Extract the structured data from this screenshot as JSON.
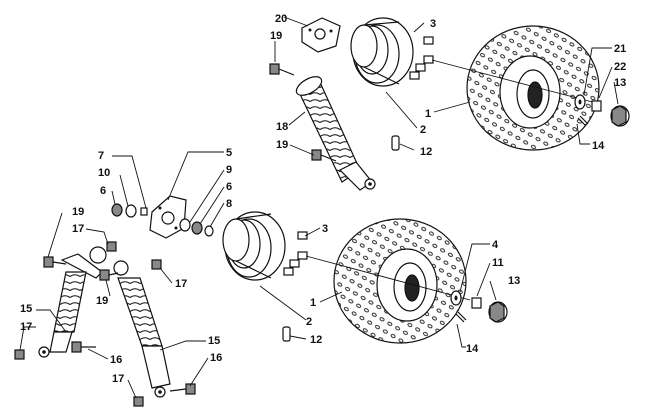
{
  "labels": {
    "upper": {
      "l20": "20",
      "l3": "3",
      "l19a": "19",
      "l21": "21",
      "l22": "22",
      "l13": "13",
      "l1": "1",
      "l18": "18",
      "l2": "2",
      "l19b": "19",
      "l12": "12",
      "l14": "14"
    },
    "lower": {
      "l7": "7",
      "l5": "5",
      "l10": "10",
      "l9": "9",
      "l6a": "6",
      "l6b": "6",
      "l8": "8",
      "l19a": "19",
      "l17a": "17",
      "l3": "3",
      "l4": "4",
      "l11": "11",
      "l13": "13",
      "l17b": "17",
      "l19b": "19",
      "l15a": "15",
      "l1": "1",
      "l2": "2",
      "l12": "12",
      "l17c": "17",
      "l16a": "16",
      "l14": "14",
      "l15b": "15",
      "l16b": "16",
      "l17d": "17"
    }
  }
}
